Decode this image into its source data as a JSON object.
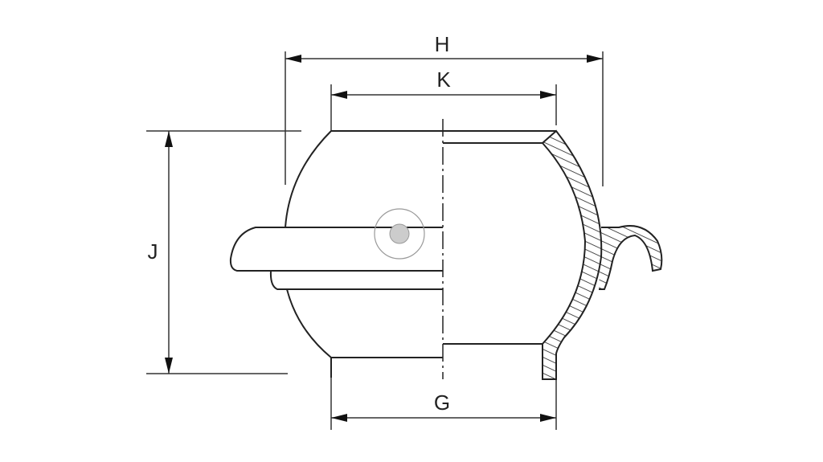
{
  "dimensions": {
    "H": "H",
    "K": "K",
    "J": "J",
    "G": "G"
  },
  "colors": {
    "line": "#222222",
    "pin_fill": "#cccccc",
    "pin_ring": "#999999"
  }
}
